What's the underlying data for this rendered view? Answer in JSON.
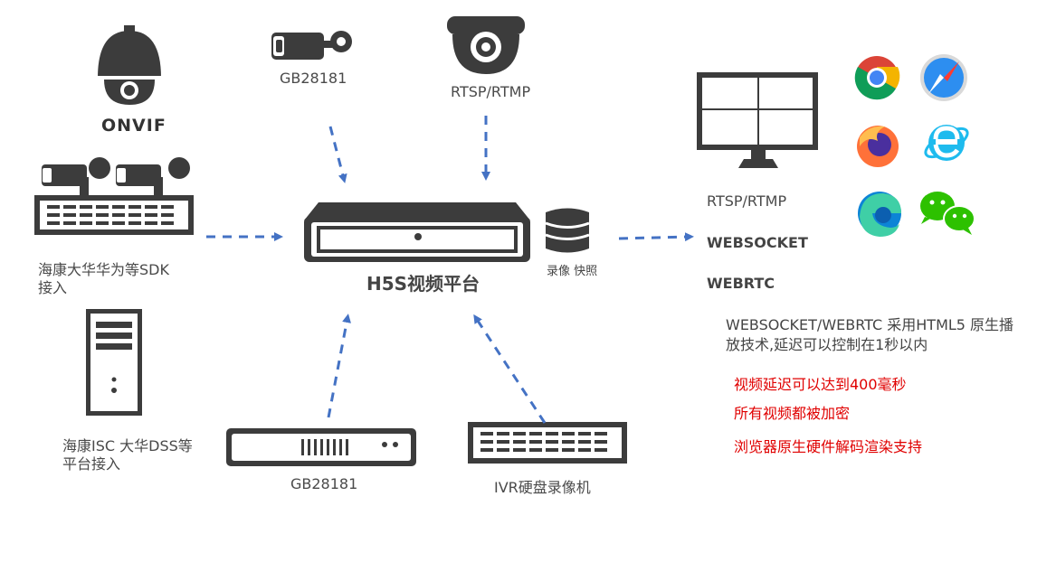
{
  "labels": {
    "onvif": "ONVIF",
    "gb_top": "GB28181",
    "rtsp_top": "RTSP/RTMP",
    "sdk_line1": "海康大华华为等SDK",
    "sdk_line2": "接入",
    "platform_title": "H5S视频平台",
    "storage": "录像 快照",
    "isc_line1": "海康ISC 大华DSS等",
    "isc_line2": "平台接入",
    "gb_bottom": "GB28181",
    "ivr": "IVR硬盘录像机"
  },
  "outputs": {
    "rtsp": "RTSP/RTMP",
    "websocket": "WEBSOCKET",
    "webrtc": "WEBRTC"
  },
  "description": "WEBSOCKET/WEBRTC 采用HTML5 原生播放技术,延迟可以控制在1秒以内",
  "features": [
    "视频延迟可以达到400毫秒",
    "所有视频都被加密",
    "浏览器原生硬件解码渲染支持"
  ],
  "browsers": [
    "chrome-icon",
    "safari-icon",
    "firefox-icon",
    "ie-icon",
    "edge-icon",
    "wechat-icon"
  ],
  "colors": {
    "arrow": "#4472c4",
    "device": "#3c3c3c",
    "highlight": "#e00000"
  }
}
